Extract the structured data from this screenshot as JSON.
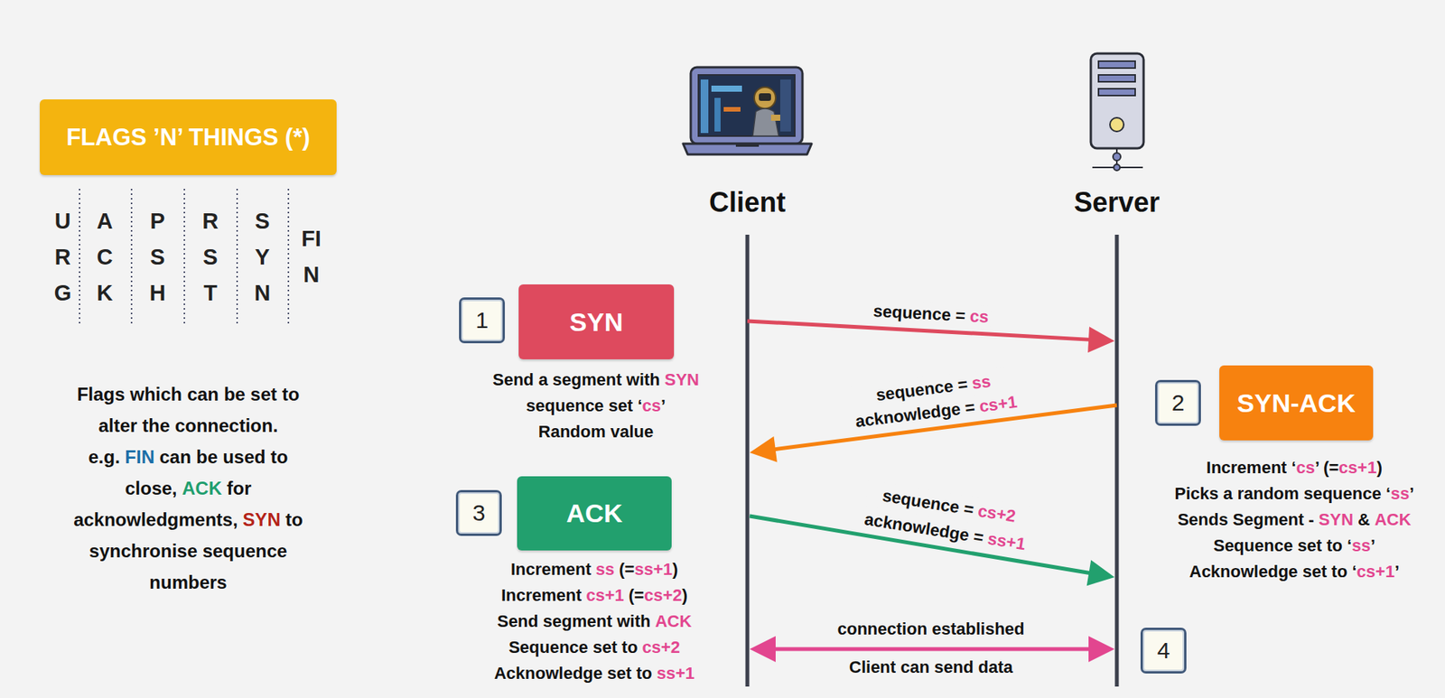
{
  "diagram": {
    "nodes": [
      {
        "text": [
          "FLAGS ’N’ THINGS (*)"
        ]
      },
      {
        "text": [
          "SYN"
        ]
      },
      {
        "text": [
          "SYN-ACK"
        ]
      },
      {
        "text": [
          "ACK"
        ]
      }
    ],
    "labels": [
      "URG",
      "ACK",
      "PSH",
      "RST",
      "SYN",
      "FIN",
      "Flags which can be set to alter the connection. e.g.",
      "FIN",
      "can be used to close,",
      "ACK",
      "for acknowledgments,",
      "SYN",
      "to synchronise sequence numbers",
      "Client",
      "Server",
      "1",
      "sequence =",
      "cs",
      "Send a segment with",
      "SYN",
      "sequence set ‘",
      "cs",
      "’",
      "Random value",
      "sequence =",
      "ss",
      "acknowledge =",
      "cs+1",
      "2",
      "Increment ‘",
      "cs",
      "’ (=",
      "cs+1",
      ")",
      "Picks a random sequence ‘",
      "ss",
      "’",
      "Sends Segment -",
      "SYN",
      "&",
      "ACK",
      "Sequence set to ‘",
      "ss",
      "’",
      "Acknowledge set to ‘",
      "cs+1",
      "’",
      "3",
      "sequence =",
      "cs+2",
      "acknowledge =",
      "ss+1",
      "Increment",
      "ss",
      "(=",
      "ss+1",
      ")",
      "Increment",
      "cs+1",
      "(=",
      "cs+2",
      ")",
      "Send segment with",
      "ACK",
      "Sequence set to",
      "cs+2",
      "Acknowledge set to",
      "ss+1",
      "connection established",
      "Client can send data",
      "4"
    ]
  }
}
